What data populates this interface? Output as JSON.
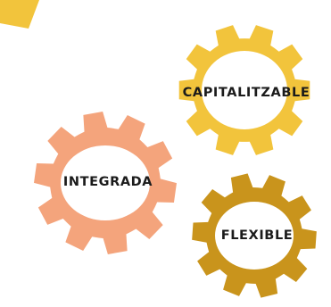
{
  "gears": [
    {
      "id": "capitalitzable",
      "label": "CAPITALITZABLE",
      "color": "#F2C43C"
    },
    {
      "id": "integrada",
      "label": "INTEGRADA",
      "color": "#F4A47C"
    },
    {
      "id": "flexible",
      "label": "FLEXIBLE",
      "color": "#C9941C"
    }
  ],
  "corner_shape": {
    "color": "#F2C43C"
  }
}
